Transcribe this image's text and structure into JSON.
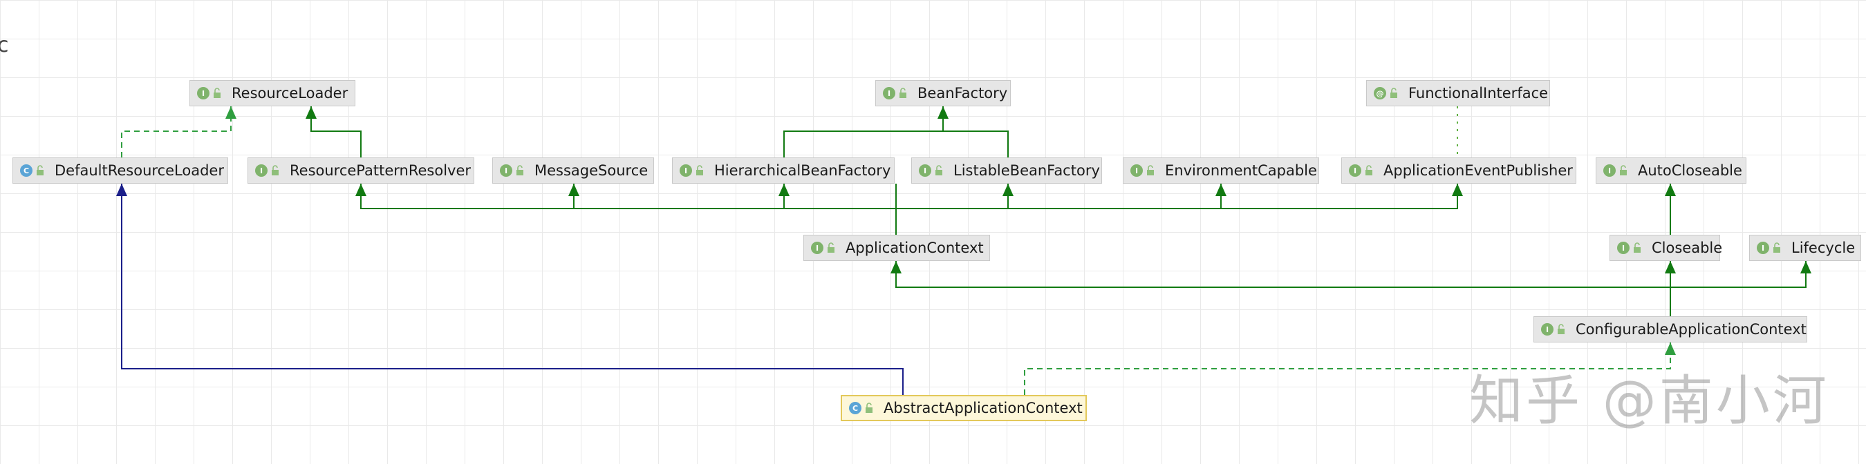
{
  "edge_cut_text": "c",
  "watermark": "知乎 @南小河",
  "colors": {
    "extends_interface": "#117a11",
    "implements_dashed": "#2f9e3f",
    "extends_class": "#1b1f8a",
    "annotation_dotted": "#5fb040"
  },
  "nodes": [
    {
      "id": "resource-loader",
      "label": "ResourceLoader",
      "kind": "interface"
    },
    {
      "id": "bean-factory",
      "label": "BeanFactory",
      "kind": "interface"
    },
    {
      "id": "functional-interface",
      "label": "FunctionalInterface",
      "kind": "annotation"
    },
    {
      "id": "default-resource-loader",
      "label": "DefaultResourceLoader",
      "kind": "class"
    },
    {
      "id": "resource-pattern-resolver",
      "label": "ResourcePatternResolver",
      "kind": "interface"
    },
    {
      "id": "message-source",
      "label": "MessageSource",
      "kind": "interface"
    },
    {
      "id": "hierarchical-bean-factory",
      "label": "HierarchicalBeanFactory",
      "kind": "interface"
    },
    {
      "id": "listable-bean-factory",
      "label": "ListableBeanFactory",
      "kind": "interface"
    },
    {
      "id": "environment-capable",
      "label": "EnvironmentCapable",
      "kind": "interface"
    },
    {
      "id": "application-event-publisher",
      "label": "ApplicationEventPublisher",
      "kind": "interface"
    },
    {
      "id": "auto-closeable",
      "label": "AutoCloseable",
      "kind": "interface"
    },
    {
      "id": "application-context",
      "label": "ApplicationContext",
      "kind": "interface"
    },
    {
      "id": "closeable",
      "label": "Closeable",
      "kind": "interface"
    },
    {
      "id": "lifecycle",
      "label": "Lifecycle",
      "kind": "interface"
    },
    {
      "id": "configurable-application-context",
      "label": "ConfigurableApplicationContext",
      "kind": "interface"
    },
    {
      "id": "abstract-application-context",
      "label": "AbstractApplicationContext",
      "kind": "class",
      "selected": true
    }
  ],
  "badges": {
    "interface": "I",
    "class": "C",
    "annotation": "@"
  }
}
